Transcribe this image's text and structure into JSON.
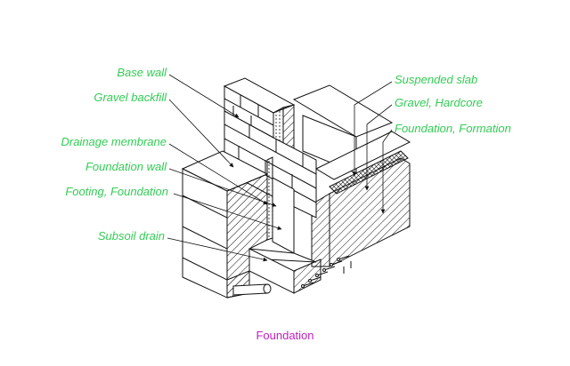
{
  "colors": {
    "label": "#33cc55",
    "caption": "#c020c0",
    "line": "#111111"
  },
  "labels": {
    "left": [
      "Base wall",
      "Gravel backfill",
      "Drainage membrane",
      "Foundation wall",
      "Footing, Foundation",
      "Subsoil drain"
    ],
    "right": [
      "Suspended slab",
      "Gravel, Hardcore",
      "Foundation, Formation"
    ]
  },
  "caption": "Foundation"
}
